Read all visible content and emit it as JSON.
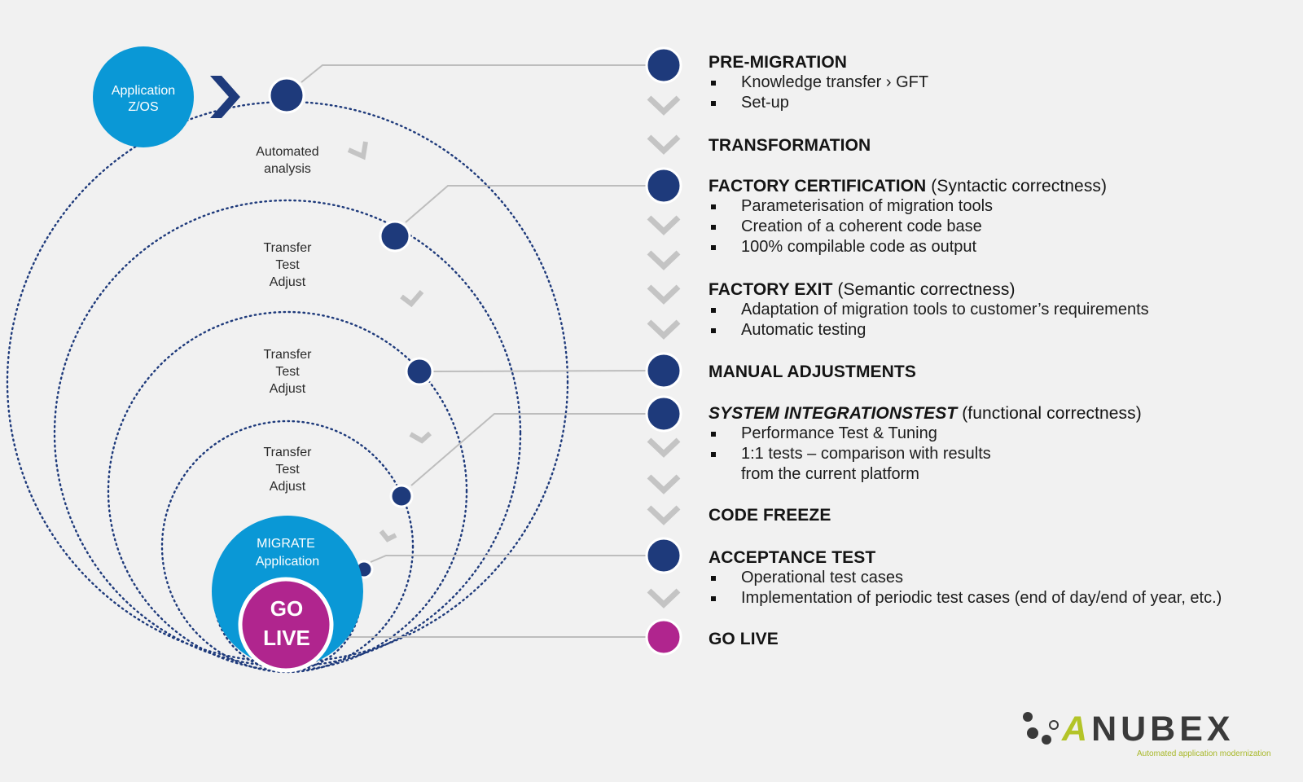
{
  "left": {
    "app_line1": "Application",
    "app_line2": "Z/OS",
    "automated_line1": "Automated",
    "automated_line2": "analysis",
    "cycles": [
      {
        "l1": "Transfer",
        "l2": "Test",
        "l3": "Adjust"
      },
      {
        "l1": "Transfer",
        "l2": "Test",
        "l3": "Adjust"
      },
      {
        "l1": "Transfer",
        "l2": "Test",
        "l3": "Adjust"
      }
    ],
    "migrate_line1": "MIGRATE",
    "migrate_line2": "Application",
    "golive_line1": "GO",
    "golive_line2": "LIVE"
  },
  "stages": {
    "premigration": {
      "title": "PRE-MIGRATION",
      "bullets": [
        "Knowledge transfer › GFT",
        "Set-up"
      ]
    },
    "transformation": {
      "title": "TRANSFORMATION"
    },
    "factory_cert": {
      "title": "FACTORY CERTIFICATION",
      "sub": " (Syntactic correctness)",
      "bullets": [
        "Parameterisation of migration tools",
        "Creation of a coherent code base",
        "100% compilable code as output"
      ]
    },
    "factory_exit": {
      "title": "FACTORY EXIT",
      "sub": " (Semantic correctness)",
      "bullets": [
        "Adaptation of migration tools to customer’s requirements",
        "Automatic testing"
      ]
    },
    "manual": {
      "title": "MANUAL ADJUSTMENTS"
    },
    "sit": {
      "title": "SYSTEM INTEGRATIONSTEST",
      "sub": " (functional correctness)",
      "bullets": [
        "Performance Test & Tuning",
        "1:1 tests – comparison with results",
        "from the current platform"
      ]
    },
    "freeze": {
      "title": "CODE FREEZE"
    },
    "acceptance": {
      "title": "ACCEPTANCE TEST",
      "bullets": [
        "Operational test cases",
        "Implementation of periodic test cases (end of day/end of year, etc.)"
      ]
    },
    "golive": {
      "title": "GO LIVE"
    }
  },
  "logo": {
    "word_first": "A",
    "word_rest": "NUBEX",
    "tagline": "Automated application modernization"
  },
  "colors": {
    "navy": "#1e3a7b",
    "cyan": "#0a98d6",
    "magenta": "#b0258e",
    "chevron_gray": "#c4c4c4",
    "connector_gray": "#bdbdbd"
  }
}
